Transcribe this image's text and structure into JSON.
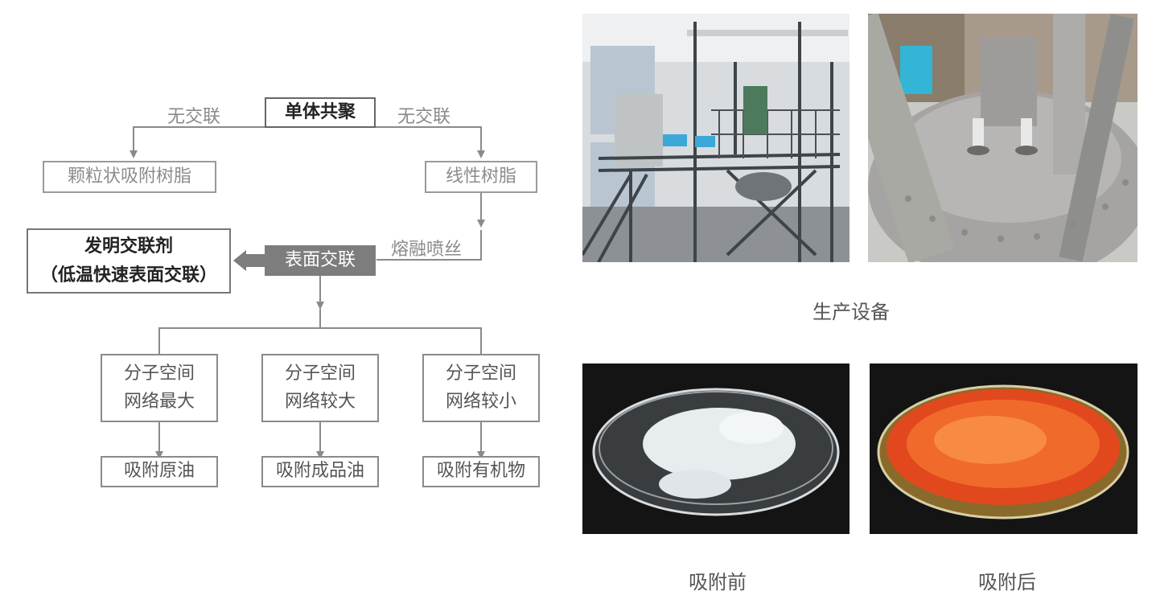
{
  "flow": {
    "top": "单体共聚",
    "edge_left": "无交联",
    "edge_right": "无交联",
    "granular": "颗粒状吸附树脂",
    "linear": "线性树脂",
    "edge_melt": "熔融喷丝",
    "surface": "表面交联",
    "invention": [
      "发明交联剂",
      "（低温快速表面交联）"
    ],
    "networks": [
      {
        "line1": "分子空间",
        "line2": "网络最大",
        "result": "吸附原油"
      },
      {
        "line1": "分子空间",
        "line2": "网络较大",
        "result": "吸附成品油"
      },
      {
        "line1": "分子空间",
        "line2": "网络较小",
        "result": "吸附有机物"
      }
    ]
  },
  "photos": {
    "equipment_caption": "生产设备",
    "before_caption": "吸附前",
    "after_caption": "吸附后"
  },
  "colors": {
    "line": "#8a8a8a",
    "filled_box": "#7d7d7d"
  }
}
